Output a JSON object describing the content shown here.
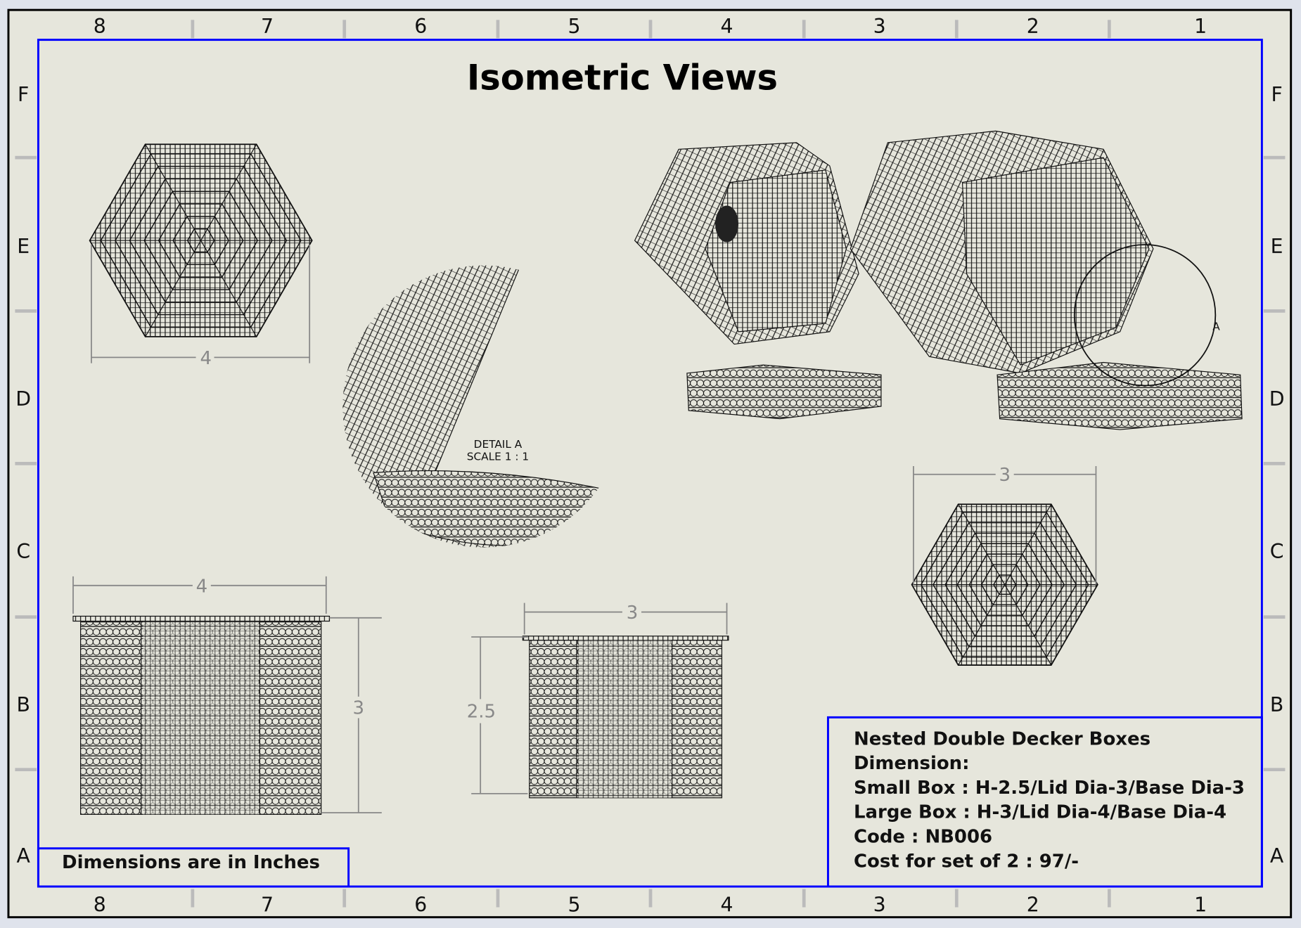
{
  "sheet": {
    "title": "Isometric Views",
    "columns_top": [
      "8",
      "7",
      "6",
      "5",
      "4",
      "3",
      "2",
      "1"
    ],
    "columns_bottom": [
      "8",
      "7",
      "6",
      "5",
      "4",
      "3",
      "2",
      "1"
    ],
    "rows_left": [
      "F",
      "E",
      "D",
      "C",
      "B",
      "A"
    ],
    "rows_right": [
      "F",
      "E",
      "D",
      "C",
      "B",
      "A"
    ],
    "border_color": "#0000ff",
    "paper_color": "#e6e6dc"
  },
  "views": {
    "top_large_dim": "4",
    "top_small_dim": "3",
    "side_large_width": "4",
    "side_large_height": "3",
    "side_small_width": "3",
    "side_small_height": "2.5",
    "detail_label": "DETAIL A",
    "detail_scale": "SCALE 1 : 1",
    "detail_marker": "A"
  },
  "note": "Dimensions are in Inches",
  "title_block": {
    "lines": [
      "Nested Double Decker Boxes",
      "Dimension:",
      "Small Box : H-2.5/Lid Dia-3/Base Dia-3",
      "Large Box : H-3/Lid Dia-4/Base Dia-4",
      "Code : NB006",
      "Cost for set of 2 : 97/-"
    ]
  }
}
